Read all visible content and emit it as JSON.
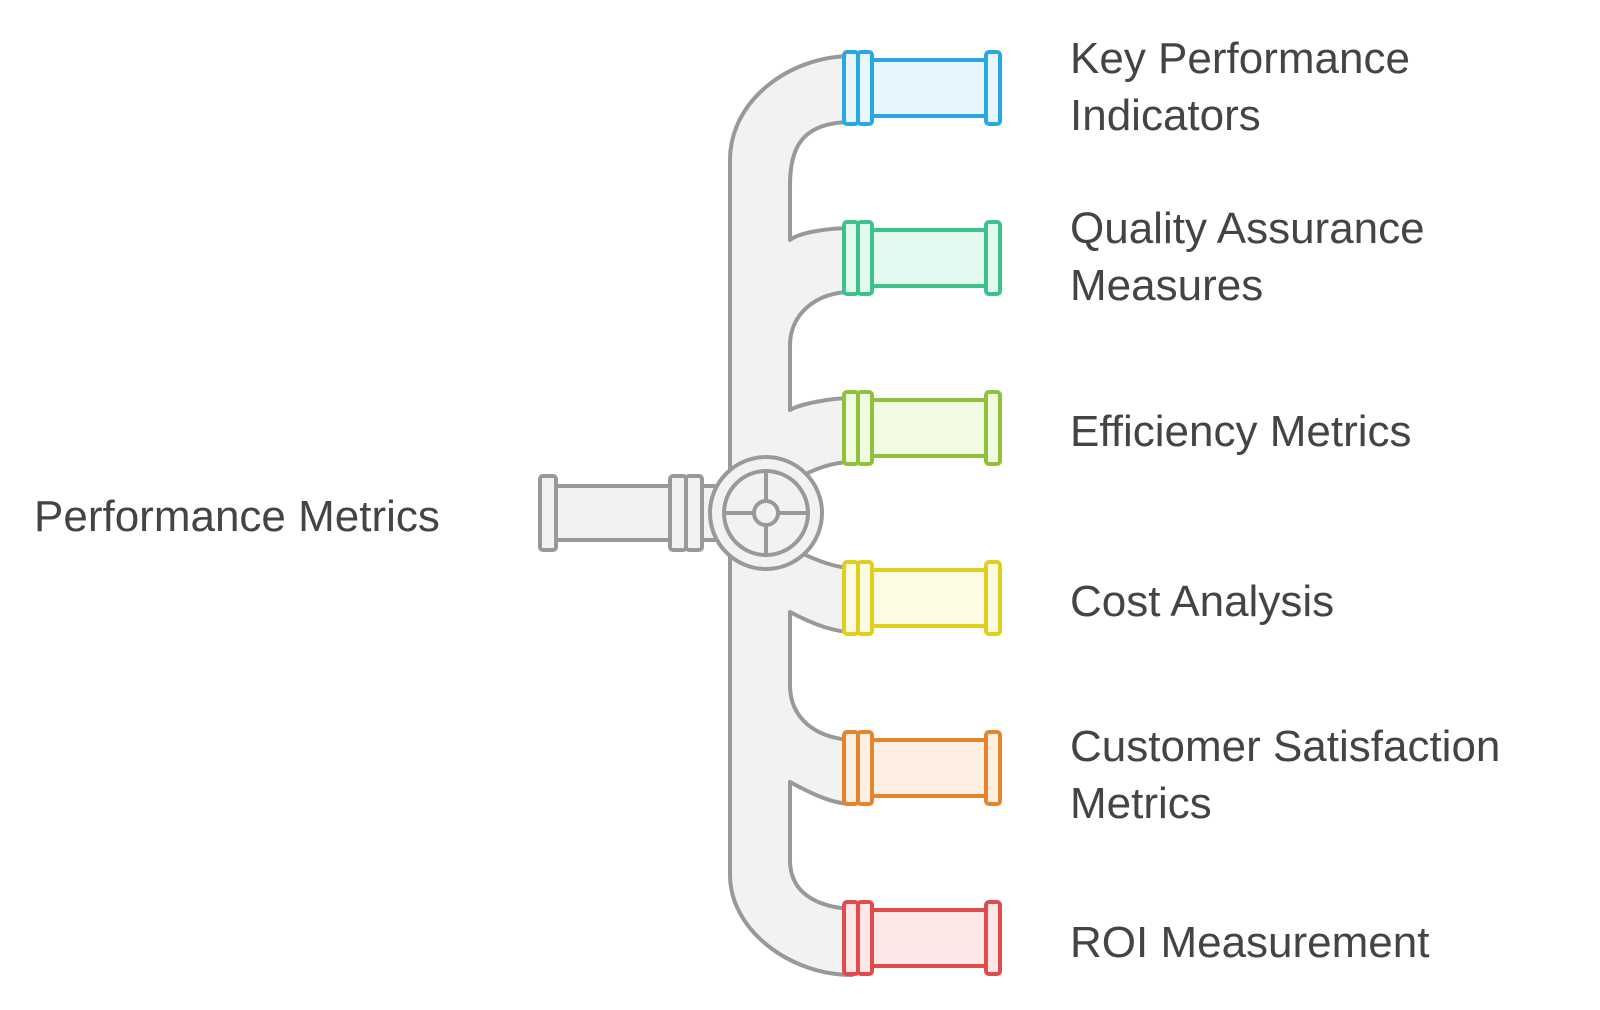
{
  "root": {
    "label": "Performance Metrics"
  },
  "branches": [
    {
      "line1": "Key Performance",
      "line2": "Indicators",
      "color": "#29a8e0",
      "fill": "#e6f6fc"
    },
    {
      "line1": "Quality Assurance",
      "line2": "Measures",
      "color": "#3cc28a",
      "fill": "#e3f8ee"
    },
    {
      "line1": "Efficiency Metrics",
      "line2": "",
      "color": "#8fc13a",
      "fill": "#f1fbe1"
    },
    {
      "line1": "Cost Analysis",
      "line2": "",
      "color": "#e0cf1f",
      "fill": "#fdfbe1"
    },
    {
      "line1": "Customer Satisfaction",
      "line2": "Metrics",
      "color": "#e3852d",
      "fill": "#fdf0e3"
    },
    {
      "line1": "ROI Measurement",
      "line2": "",
      "color": "#e14b4b",
      "fill": "#fde7e7"
    }
  ],
  "colors": {
    "pipe_fill": "#f2f2f2",
    "pipe_stroke": "#999999",
    "text": "#444444"
  }
}
